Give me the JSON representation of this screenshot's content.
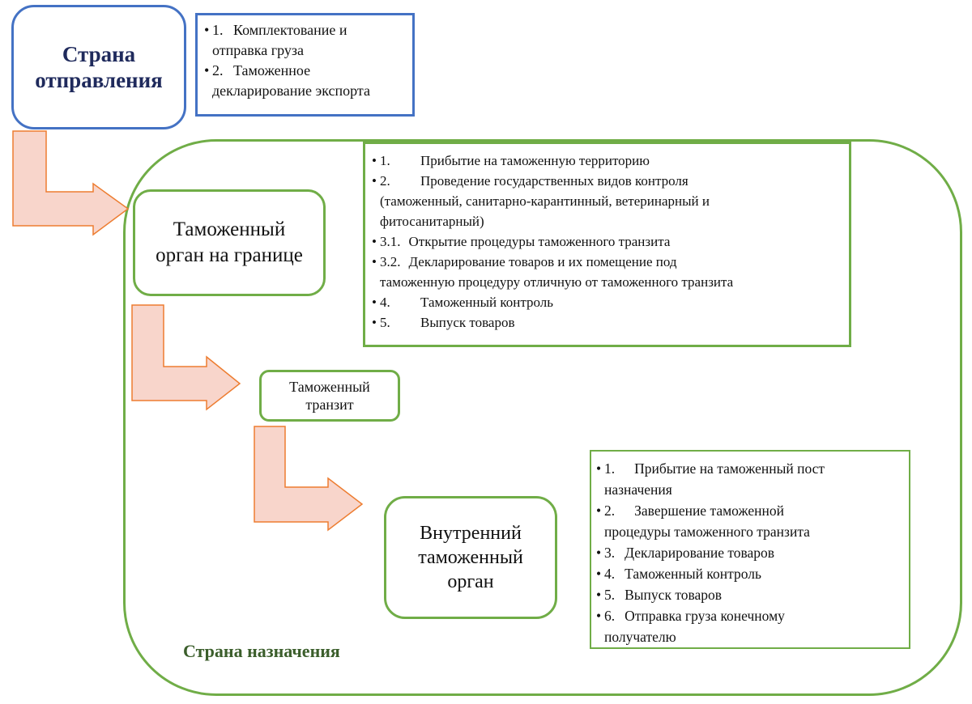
{
  "colors": {
    "origin_border": "#4472c4",
    "destination_border": "#70ad47",
    "arrow_fill": "#f8d5cb",
    "arrow_stroke": "#ed7d31",
    "origin_title": "#1f2a5c",
    "destination_label": "#3b5e2b"
  },
  "origin": {
    "title_line1": "Страна",
    "title_line2": "отправления",
    "steps": [
      {
        "num": "1.",
        "text_line1": "Комплектование и",
        "text_line2": "отправка груза"
      },
      {
        "num": "2.",
        "text_line1": "Таможенное",
        "text_line2": "декларирование экспорта"
      }
    ]
  },
  "destination": {
    "label": "Страна назначения",
    "border_post": {
      "title_line1": "Таможенный",
      "title_line2": "орган на границе",
      "steps": [
        {
          "num": "1.",
          "text": "Прибытие на таможенную территорию"
        },
        {
          "num": "2.",
          "text": "Проведение государственных видов контроля",
          "cont1": "(таможенный, санитарно-карантинный, ветеринарный и",
          "cont2": "фитосанитарный)"
        },
        {
          "num": "3.1.",
          "text": "Открытие процедуры таможенного транзита"
        },
        {
          "num": "3.2.",
          "text": "Декларирование товаров и их помещение под",
          "cont1": "таможенную процедуру отличную от таможенного транзита"
        },
        {
          "num": "4.",
          "text": "Таможенный контроль"
        },
        {
          "num": "5.",
          "text": "Выпуск товаров"
        }
      ]
    },
    "transit": {
      "title_line1": "Таможенный",
      "title_line2": "транзит"
    },
    "inland_post": {
      "title_line1": "Внутренний",
      "title_line2": "таможенный",
      "title_line3": "орган",
      "steps": [
        {
          "num": "1.",
          "text": "Прибытие на таможенный пост",
          "cont1": "назначения"
        },
        {
          "num": "2.",
          "text": "Завершение таможенной",
          "cont1": "процедуры таможенного транзита"
        },
        {
          "num": "3.",
          "text": "Декларирование товаров"
        },
        {
          "num": "4.",
          "text": "Таможенный контроль"
        },
        {
          "num": "5.",
          "text": "Выпуск товаров"
        },
        {
          "num": "6.",
          "text": "Отправка груза конечному",
          "cont1": "получателю"
        }
      ]
    }
  },
  "bullet": "•"
}
